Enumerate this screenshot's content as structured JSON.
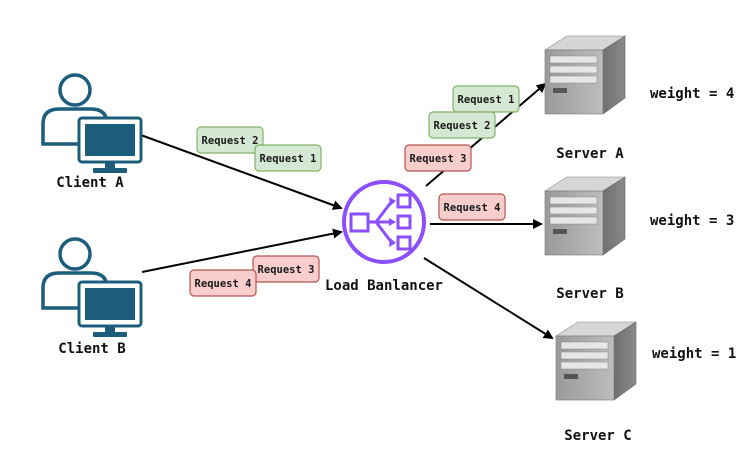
{
  "clients": [
    {
      "id": "a",
      "label": "Client A"
    },
    {
      "id": "b",
      "label": "Client B"
    }
  ],
  "load_balancer": {
    "label": "Load Banlancer",
    "color": "#8C4FFF"
  },
  "servers": [
    {
      "id": "a",
      "label": "Server A",
      "weight_text": "weight = 4"
    },
    {
      "id": "b",
      "label": "Server B",
      "weight_text": "weight = 3"
    },
    {
      "id": "c",
      "label": "Server C",
      "weight_text": "weight = 1"
    }
  ],
  "requests": {
    "client_a": [
      "Request 2",
      "Request 1"
    ],
    "client_b": [
      "Request 4",
      "Request 3"
    ],
    "server_a": [
      "Request 1",
      "Request 2",
      "Request 3"
    ],
    "server_b": [
      "Request 4"
    ]
  },
  "colors": {
    "client_stroke": "#1C5D7C",
    "request_green_fill": "#D5E8D4",
    "request_green_stroke": "#82B366",
    "request_red_fill": "#F8CECC",
    "request_red_stroke": "#B85450"
  },
  "icons": {
    "client": "user-computer-icon",
    "load_balancer": "load-balancer-icon",
    "server": "server-tower-icon"
  }
}
